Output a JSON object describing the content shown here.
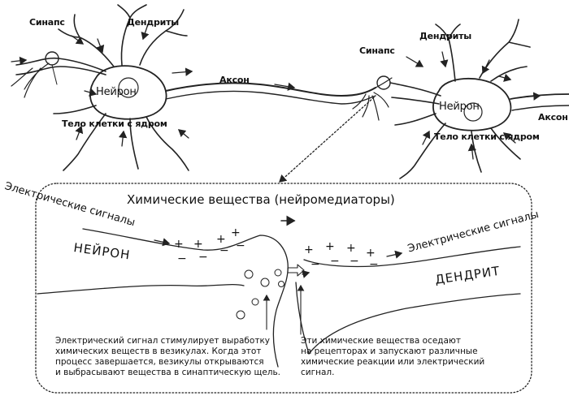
{
  "top": {
    "synapse_left": "Синапс",
    "dendrites_left": "Дендриты",
    "neuron_left": "Нейрон",
    "axon_middle": "Аксон",
    "cell_body_left": "Тело клетки с ядром",
    "synapse_right": "Синапс",
    "dendrites_right": "Дендриты",
    "neuron_right": "Нейрон",
    "axon_right": "Аксон",
    "cell_body_right": "Тело клетки с ядром"
  },
  "detail": {
    "title": "Химические вещества (нейромедиаторы)",
    "signals_left": "Электрические сигналы",
    "signals_right": "Электрические сигналы",
    "neuron": "НЕЙРОН",
    "dendrite": "ДЕНДРИТ",
    "note_left": [
      "Электрический сигнал стимулирует выработку",
      "химических веществ в везикулах. Когда этот",
      "процесс завершается, везикулы открываются",
      "и выбрасывают вещества в синаптическую щель."
    ],
    "note_right": [
      "Эти химические вещества оседают",
      "на рецепторах и запускают различные",
      "химические реакции или электрический",
      "сигнал."
    ]
  }
}
